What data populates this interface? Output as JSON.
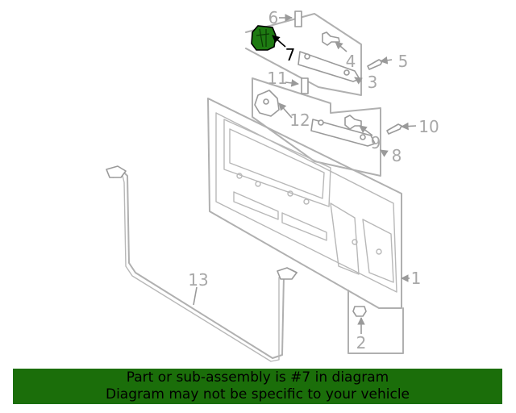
{
  "callouts": {
    "c1": "1",
    "c2": "2",
    "c3": "3",
    "c4": "4",
    "c5": "5",
    "c6": "6",
    "c7": "7",
    "c8": "8",
    "c9": "9",
    "c10": "10",
    "c11": "11",
    "c12": "12",
    "c13": "13"
  },
  "highlighted_part": "7",
  "colors": {
    "highlight_part": "#1e7a12",
    "banner": "#1b6e0a",
    "lines": "#b0b0b0"
  },
  "banner": {
    "line1": "Part or sub-assembly is #7 in diagram",
    "line2": "Diagram may not be specific to your vehicle"
  }
}
